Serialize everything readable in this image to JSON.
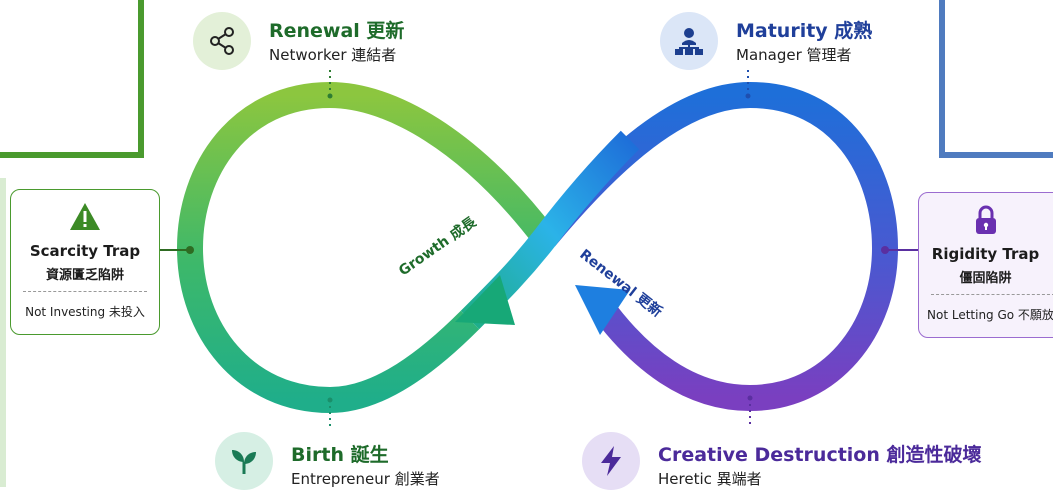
{
  "stages": {
    "renewal_top": {
      "title": "Renewal 更新",
      "subtitle": "Networker 連結者",
      "icon": "network-icon",
      "color": "#1e6b2a"
    },
    "maturity": {
      "title": "Maturity 成熟",
      "subtitle": "Manager 管理者",
      "icon": "org-chart-icon",
      "color": "#1f3f9a"
    },
    "birth": {
      "title": "Birth 誕生",
      "subtitle": "Entrepreneur 創業者",
      "icon": "sprout-icon",
      "color": "#1e6b2a"
    },
    "creative_destruction": {
      "title": "Creative Destruction 創造性破壞",
      "subtitle": "Heretic 異端者",
      "icon": "lightning-icon",
      "color": "#4b2a9a"
    }
  },
  "traps": {
    "scarcity": {
      "title": "Scarcity Trap",
      "title_cn": "資源匱乏陷阱",
      "note": "Not Investing 未投入",
      "icon": "warning-icon",
      "color": "#4a9a2e"
    },
    "rigidity": {
      "title": "Rigidity Trap",
      "title_cn": "僵固陷阱",
      "note": "Not Letting Go 不願放手",
      "icon": "lock-icon",
      "color": "#7a3fb0"
    }
  },
  "path_labels": {
    "growth": "Growth 成長",
    "renewal": "Renewal 更新"
  },
  "colors": {
    "green_start": "#8cc63f",
    "teal_mid": "#1fae8a",
    "cyan_cross": "#2bb3e8",
    "blue_end": "#1e6fd9",
    "purple_end": "#7a3fc0"
  }
}
